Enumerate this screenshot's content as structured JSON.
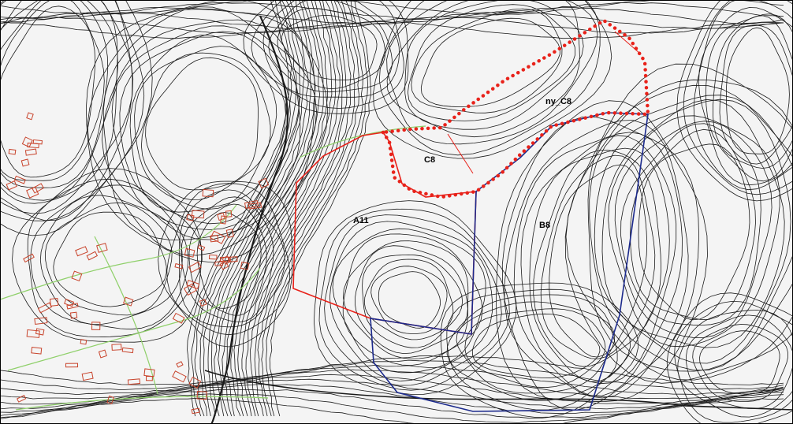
{
  "map": {
    "zones": [
      {
        "id": "A11",
        "label": "A11",
        "color": "#e8221a",
        "style": "solid"
      },
      {
        "id": "B8",
        "label": "B8",
        "color": "#1c2a8c",
        "style": "solid"
      },
      {
        "id": "C8",
        "label": "C8",
        "color": "#e8221a",
        "style": "dotted"
      },
      {
        "id": "ny_C8",
        "label": "ny_C8",
        "color": "#e8221a",
        "style": "dotted"
      }
    ],
    "colors": {
      "contour": "#1a1a1a",
      "buildings": "#c8432b",
      "roads": "#8fd06a",
      "background": "#f4f4f4",
      "frame": "#000000"
    }
  }
}
